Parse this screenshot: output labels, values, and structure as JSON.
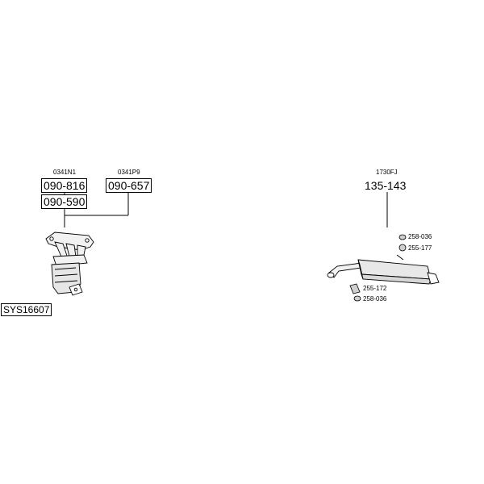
{
  "system_code": "SYS16607",
  "groups": {
    "catalyst": {
      "codes": [
        "0341N1",
        "0341P9"
      ],
      "parts": [
        "090-816",
        "090-590",
        "090-657"
      ]
    },
    "rear_silencer": {
      "code": "1730FJ",
      "part": "135-143",
      "hardware": [
        "258-036",
        "255-177",
        "255-172",
        "258-036"
      ]
    }
  },
  "icons": {
    "catalyst": "catalyst-manifold-icon",
    "silencer": "rear-silencer-icon",
    "rubber_mount": "rubber-mount-icon",
    "clamp": "clamp-icon",
    "bracket": "bracket-icon"
  }
}
